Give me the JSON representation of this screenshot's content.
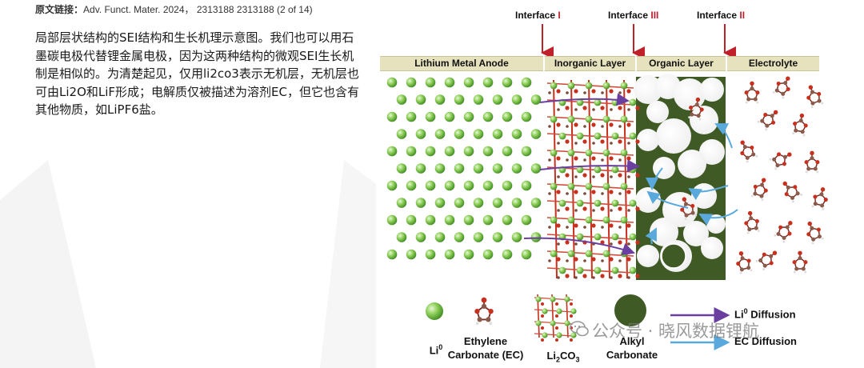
{
  "citation": {
    "label": "原文链接：",
    "text": "Adv. Funct. Mater. 2024，  2313188 2313188 (2 of 14)"
  },
  "description": "局部层状结构的SEI结构和生长机理示意图。我们也可以用石墨碳电极代替锂金属电极，因为这两种结构的微观SEI生长机制是相似的。为清楚起见，仅用li2co3表示无机层，无机层也可由Li2O和LiF形成；电解质仅被描述为溶剂EC，但它也含有其他物质，如LiPF6盐。",
  "interfaces": [
    {
      "prefix": "Interface ",
      "num": "I"
    },
    {
      "prefix": "Interface ",
      "num": "III"
    },
    {
      "prefix": "Interface ",
      "num": "II"
    }
  ],
  "regions": [
    {
      "label": "Lithium Metal Anode"
    },
    {
      "label": "Inorganic Layer"
    },
    {
      "label": "Organic Layer"
    },
    {
      "label": "Electrolyte"
    }
  ],
  "legend": {
    "li0": "Li",
    "li0_sup": "0",
    "ec_line1": "Ethylene",
    "ec_line2": "Carbonate (EC)",
    "li2co3_a": "Li",
    "li2co3_b": "2",
    "li2co3_c": "CO",
    "li2co3_d": "3",
    "alkyl_line1": "Alkyl",
    "alkyl_line2": "Carbonate",
    "li_diff_a": "Li",
    "li_diff_b": "0",
    "li_diff_c": " Diffusion",
    "ec_diff": "EC Diffusion"
  },
  "colors": {
    "li_green": "#7cc24a",
    "organic_dark": "#3f5a25",
    "header_bg": "#e6e2bd",
    "interface_red": "#c0202a",
    "li_diffusion_arrow": "#6b3fa0",
    "ec_diffusion_arrow": "#5aa9dc",
    "oxygen_red": "#c8301e",
    "carbon_brown": "#7a4a3a"
  },
  "watermark": "公众号 · 晓风数据锂航"
}
